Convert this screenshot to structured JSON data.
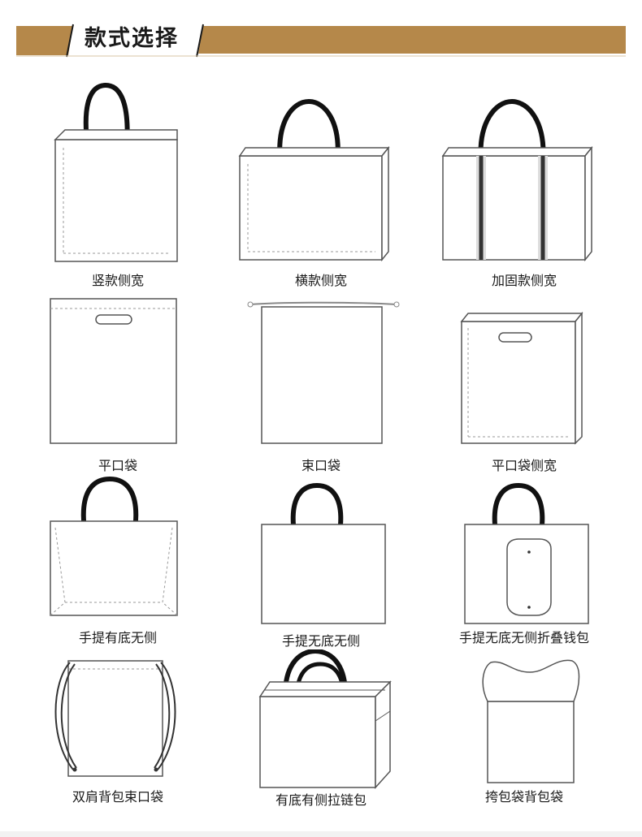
{
  "header": {
    "title": "款式选择",
    "accent_color": "#b5884a"
  },
  "styles": [
    {
      "label": "竖款侧宽",
      "icon": "vertical-side-gusset-bag-icon"
    },
    {
      "label": "横款侧宽",
      "icon": "horizontal-side-gusset-bag-icon"
    },
    {
      "label": "加固款侧宽",
      "icon": "reinforced-side-gusset-bag-icon"
    },
    {
      "label": "平口袋",
      "icon": "flat-die-cut-bag-icon"
    },
    {
      "label": "束口袋",
      "icon": "drawstring-bag-icon"
    },
    {
      "label": "平口袋侧宽",
      "icon": "die-cut-gusset-bag-icon"
    },
    {
      "label": "手提有底无侧",
      "icon": "bottom-gusset-tote-icon"
    },
    {
      "label": "手提无底无侧",
      "icon": "flat-tote-icon"
    },
    {
      "label": "手提无底无侧折叠钱包",
      "icon": "foldable-tote-pouch-icon"
    },
    {
      "label": "双肩背包束口袋",
      "icon": "drawstring-backpack-icon"
    },
    {
      "label": "有底有侧拉链包",
      "icon": "zipper-box-bag-icon"
    },
    {
      "label": "挎包袋背包袋",
      "icon": "vest-bag-icon"
    }
  ]
}
